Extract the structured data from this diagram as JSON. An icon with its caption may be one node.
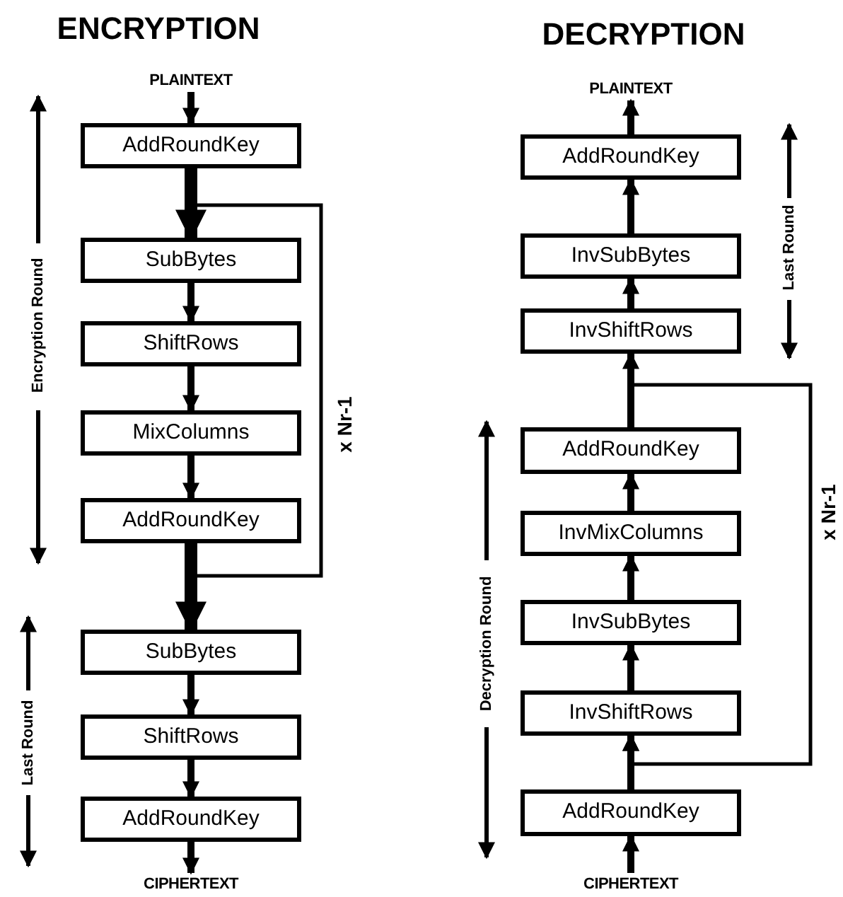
{
  "diagram": {
    "nodes": [
      {
        "text": [
          "PLAINTEXT"
        ]
      },
      {
        "text": [
          "AddRoundKey"
        ]
      },
      {
        "text": [
          "SubBytes"
        ]
      },
      {
        "text": [
          "ShiftRows"
        ]
      },
      {
        "text": [
          "MixColumns"
        ]
      },
      {
        "text": [
          "AddRoundKey"
        ]
      },
      {
        "text": [
          "SubBytes"
        ]
      },
      {
        "text": [
          "ShiftRows"
        ]
      },
      {
        "text": [
          "AddRoundKey"
        ]
      },
      {
        "text": [
          "CIPHERTEXT"
        ]
      },
      {
        "text": [
          "PLAINTEXT"
        ]
      },
      {
        "text": [
          "AddRoundKey"
        ]
      },
      {
        "text": [
          "InvSubBytes"
        ]
      },
      {
        "text": [
          "InvShiftRows"
        ]
      },
      {
        "text": [
          "AddRoundKey"
        ]
      },
      {
        "text": [
          "InvMixColumns"
        ]
      },
      {
        "text": [
          "InvSubBytes"
        ]
      },
      {
        "text": [
          "InvShiftRows"
        ]
      },
      {
        "text": [
          "AddRoundKey"
        ]
      },
      {
        "text": [
          "CIPHERTEXT"
        ]
      }
    ],
    "edges": [
      {
        "from": 0,
        "to": 1,
        "arrow": "to"
      },
      {
        "from": 1,
        "to": 2,
        "arrow": "to",
        "style": "thick"
      },
      {
        "from": 2,
        "to": 3,
        "arrow": "to"
      },
      {
        "from": 3,
        "to": 4,
        "arrow": "to"
      },
      {
        "from": 4,
        "to": 5,
        "arrow": "to"
      },
      {
        "from": 5,
        "to": 6,
        "arrow": "to",
        "style": "thick"
      },
      {
        "from": 6,
        "to": 7,
        "arrow": "to"
      },
      {
        "from": 7,
        "to": 8,
        "arrow": "to"
      },
      {
        "from": 8,
        "to": 9,
        "arrow": "to"
      },
      {
        "from": 5,
        "to": 2,
        "arrow": "to",
        "label": "x Nr-1"
      },
      {
        "from": 19,
        "to": 18,
        "arrow": "to"
      },
      {
        "from": 18,
        "to": 17,
        "arrow": "to"
      },
      {
        "from": 17,
        "to": 16,
        "arrow": "to"
      },
      {
        "from": 16,
        "to": 15,
        "arrow": "to"
      },
      {
        "from": 15,
        "to": 14,
        "arrow": "to"
      },
      {
        "from": 14,
        "to": 13,
        "arrow": "to"
      },
      {
        "from": 13,
        "to": 12,
        "arrow": "to"
      },
      {
        "from": 12,
        "to": 11,
        "arrow": "to"
      },
      {
        "from": 11,
        "to": 10,
        "arrow": "to"
      },
      {
        "from": 14,
        "to": 17,
        "arrow": "to",
        "label": "x Nr-1"
      }
    ],
    "labels": [
      "ENCRYPTION",
      "DECRYPTION",
      "Encryption Round",
      "Last Round",
      "Last Round",
      "Decryption Round"
    ]
  }
}
